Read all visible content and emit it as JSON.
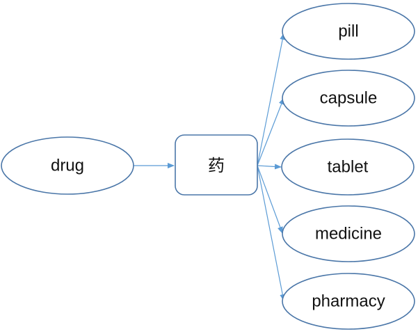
{
  "colors": {
    "node_stroke": "#4a76a8",
    "edge": "#5b9bd5",
    "text": "#111111"
  },
  "source": {
    "label": "drug"
  },
  "center": {
    "label": "药"
  },
  "targets": [
    {
      "label": "pill"
    },
    {
      "label": "capsule"
    },
    {
      "label": "tablet"
    },
    {
      "label": "medicine"
    },
    {
      "label": "pharmacy"
    }
  ]
}
